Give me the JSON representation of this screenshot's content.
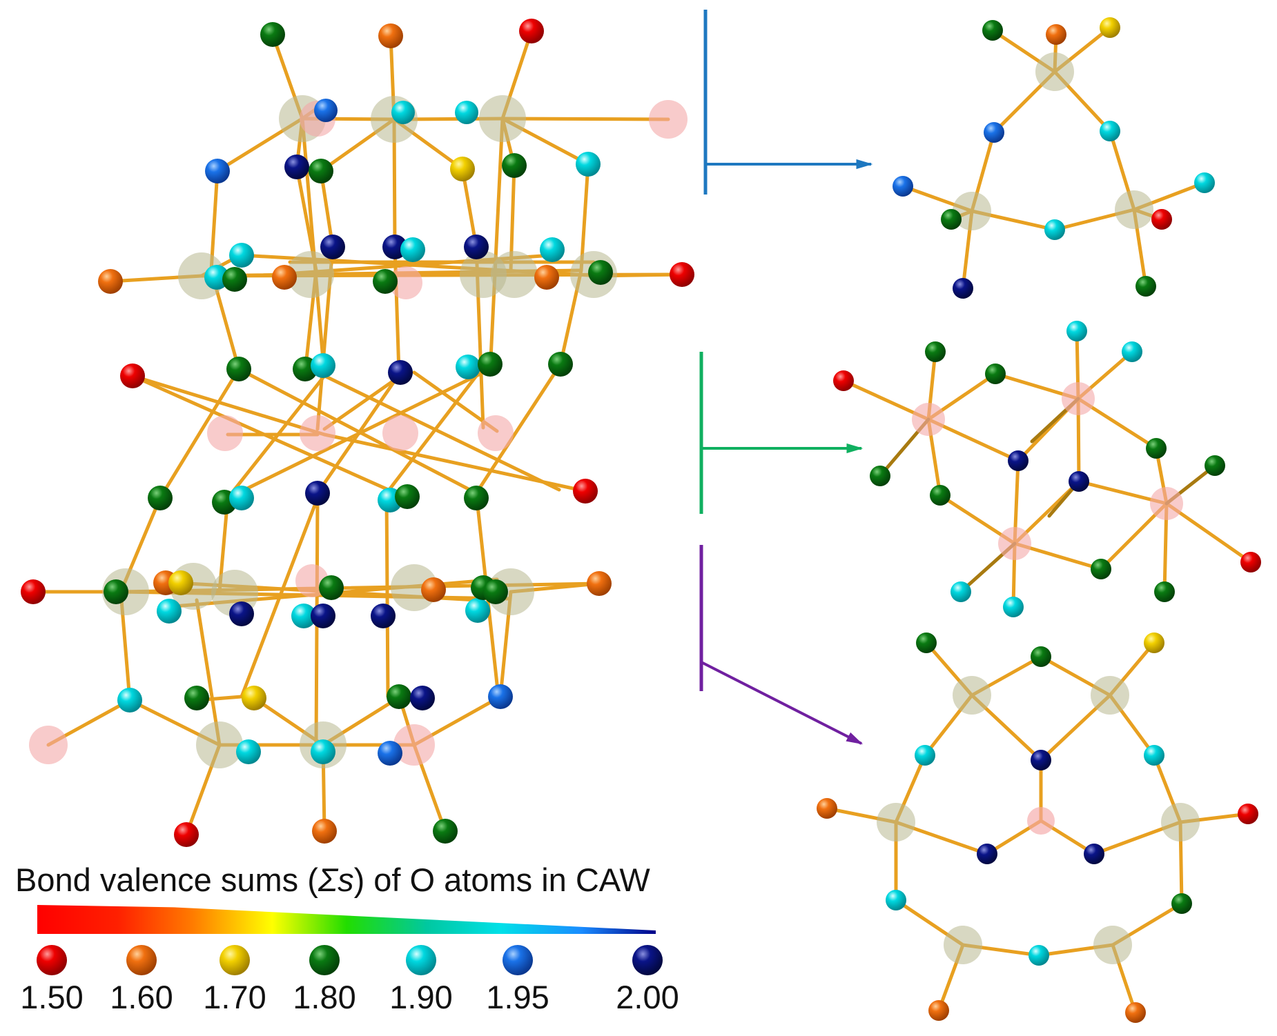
{
  "legend": {
    "title_prefix": "Bond valence sums (",
    "title_symbol": "Σs",
    "title_suffix": ") of O atoms in CAW",
    "gradient_stops": [
      "#ff0000",
      "#ff2000",
      "#ff7a00",
      "#ffff00",
      "#22dd00",
      "#00c8a0",
      "#00e0e8",
      "#1a8cff",
      "#000088"
    ],
    "levels": [
      {
        "label": "1.50",
        "color": "#ee0000"
      },
      {
        "label": "1.60",
        "color": "#f07010"
      },
      {
        "label": "1.70",
        "color": "#f2d000"
      },
      {
        "label": "1.80",
        "color": "#0a7a12"
      },
      {
        "label": "1.90",
        "color": "#00d8e0"
      },
      {
        "label": "1.95",
        "color": "#1a72e8"
      },
      {
        "label": "2.00",
        "color": "#0a1488"
      }
    ]
  },
  "colors": {
    "bond": "#e8a020",
    "bond_dark": "#a87a10",
    "w_site": "#b8b890",
    "pink_site": "#f4a8a8",
    "arrow_blue": "#1e78c0",
    "arrow_green": "#10b060",
    "arrow_purple": "#7020a0"
  },
  "panels": [
    "main-cluster",
    "top-ring",
    "middle-layer",
    "bottom-ring"
  ]
}
